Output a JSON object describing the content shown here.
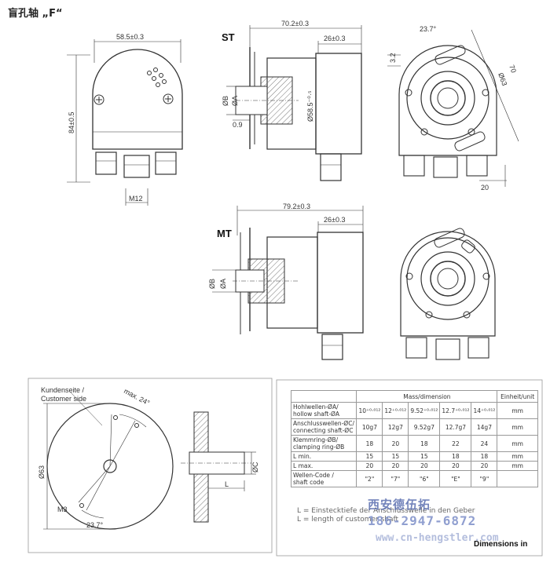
{
  "title": "盲孔轴 „F“",
  "views": {
    "st_label": "ST",
    "mt_label": "MT"
  },
  "front_view": {
    "width_dim": "58.5±0.3",
    "height_dim": "84±0.5",
    "thread_dim": "M12"
  },
  "st_view": {
    "length_dim": "70.2±0.3",
    "body_dim": "26±0.3",
    "dia_b": "ØB",
    "dia_a": "ØA",
    "dia_body": "Ø58.5⁻⁰·⁵",
    "offset_dim": "0.9"
  },
  "st_end_view": {
    "angle_dim": "23.7°",
    "tab_dim": "3.2",
    "pcd_dim": "Ø63",
    "span_dim": "70",
    "slot_dim": "20"
  },
  "mt_view": {
    "length_dim": "79.2±0.3",
    "body_dim": "26±0.3",
    "dia_b": "ØB",
    "dia_a": "ØA"
  },
  "customer_side": {
    "label_line1": "Kundenseite /",
    "label_line2": "Customer side",
    "angle_max": "max. 24°",
    "pcd_dim": "Ø63",
    "thread": "M3",
    "angle_dim": "23.7°"
  },
  "shaft_detail": {
    "dia_c": "ØC",
    "length_l": "L"
  },
  "table": {
    "header_mass": "Mass/dimension",
    "header_unit": "Einheit/unit",
    "rows": [
      {
        "label1": "Hohlwellen-ØA/",
        "label2": "hollow shaft-ØA",
        "values": [
          "10⁺⁰·⁰¹²",
          "12⁺⁰·⁰¹²",
          "9.52⁺⁰·⁰¹²",
          "12.7⁺⁰·⁰¹²",
          "14⁺⁰·⁰¹²"
        ],
        "unit": "mm"
      },
      {
        "label1": "Anschlusswellen-ØC/",
        "label2": "connecting shaft-ØC",
        "values": [
          "10g7",
          "12g7",
          "9.52g7",
          "12.7g7",
          "14g7"
        ],
        "unit": "mm"
      },
      {
        "label1": "Klemmring-ØB/",
        "label2": "clamping ring-ØB",
        "values": [
          "18",
          "20",
          "18",
          "22",
          "24"
        ],
        "unit": "mm"
      },
      {
        "label1": "L min.",
        "label2": "",
        "values": [
          "15",
          "15",
          "15",
          "18",
          "18"
        ],
        "unit": "mm"
      },
      {
        "label1": "L max.",
        "label2": "",
        "values": [
          "20",
          "20",
          "20",
          "20",
          "20"
        ],
        "unit": "mm"
      },
      {
        "label1": "Wellen-Code /",
        "label2": "shaft code",
        "values": [
          "\"2\"",
          "\"7\"",
          "\"6\"",
          "\"E\"",
          "\"9\""
        ],
        "unit": ""
      }
    ]
  },
  "notes": {
    "line1": "L = Einstecktiefe der Anschlusswelle in den Geber",
    "line2": "L = length of customer shaft"
  },
  "footer": {
    "dimensions_label": "Dimensions in"
  },
  "watermark": {
    "brand": "西安德伍拓",
    "phone": "186-2947-6872",
    "url": "www.cn-hengstler.com"
  }
}
